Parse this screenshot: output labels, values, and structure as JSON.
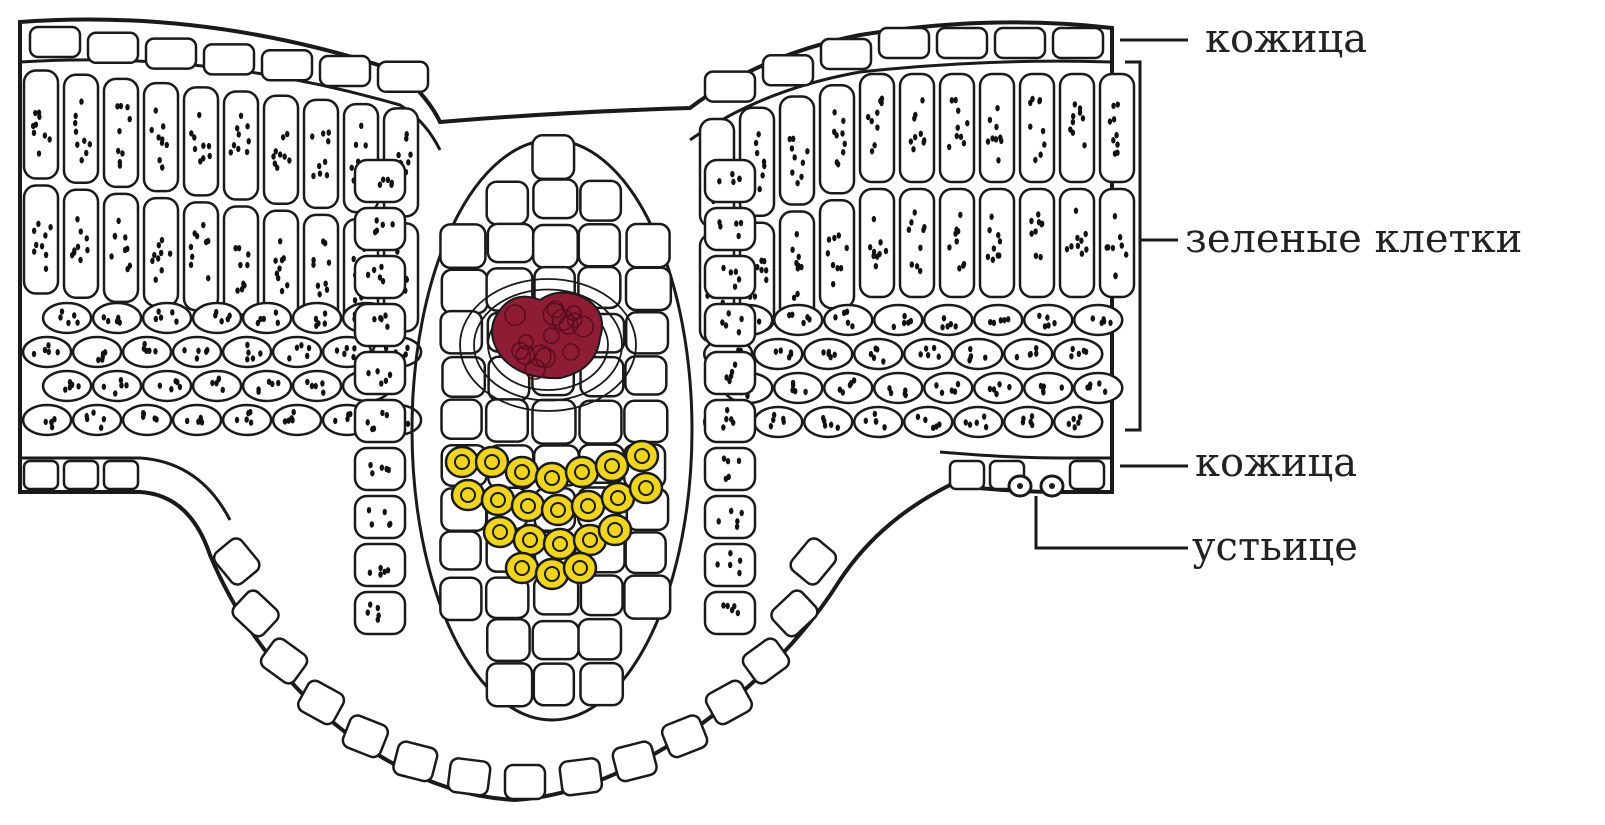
{
  "labels": {
    "upper_skin": "кожица",
    "green_cells": "зеленые клетки",
    "lower_skin": "кожица",
    "stoma": "устьице"
  },
  "colors": {
    "line": "#1a1a1a",
    "cell_fill": "#ffffff",
    "chloroplast": "#111111",
    "phloem_red": "#8e1c34",
    "xylem_yellow": "#f0d51e"
  }
}
